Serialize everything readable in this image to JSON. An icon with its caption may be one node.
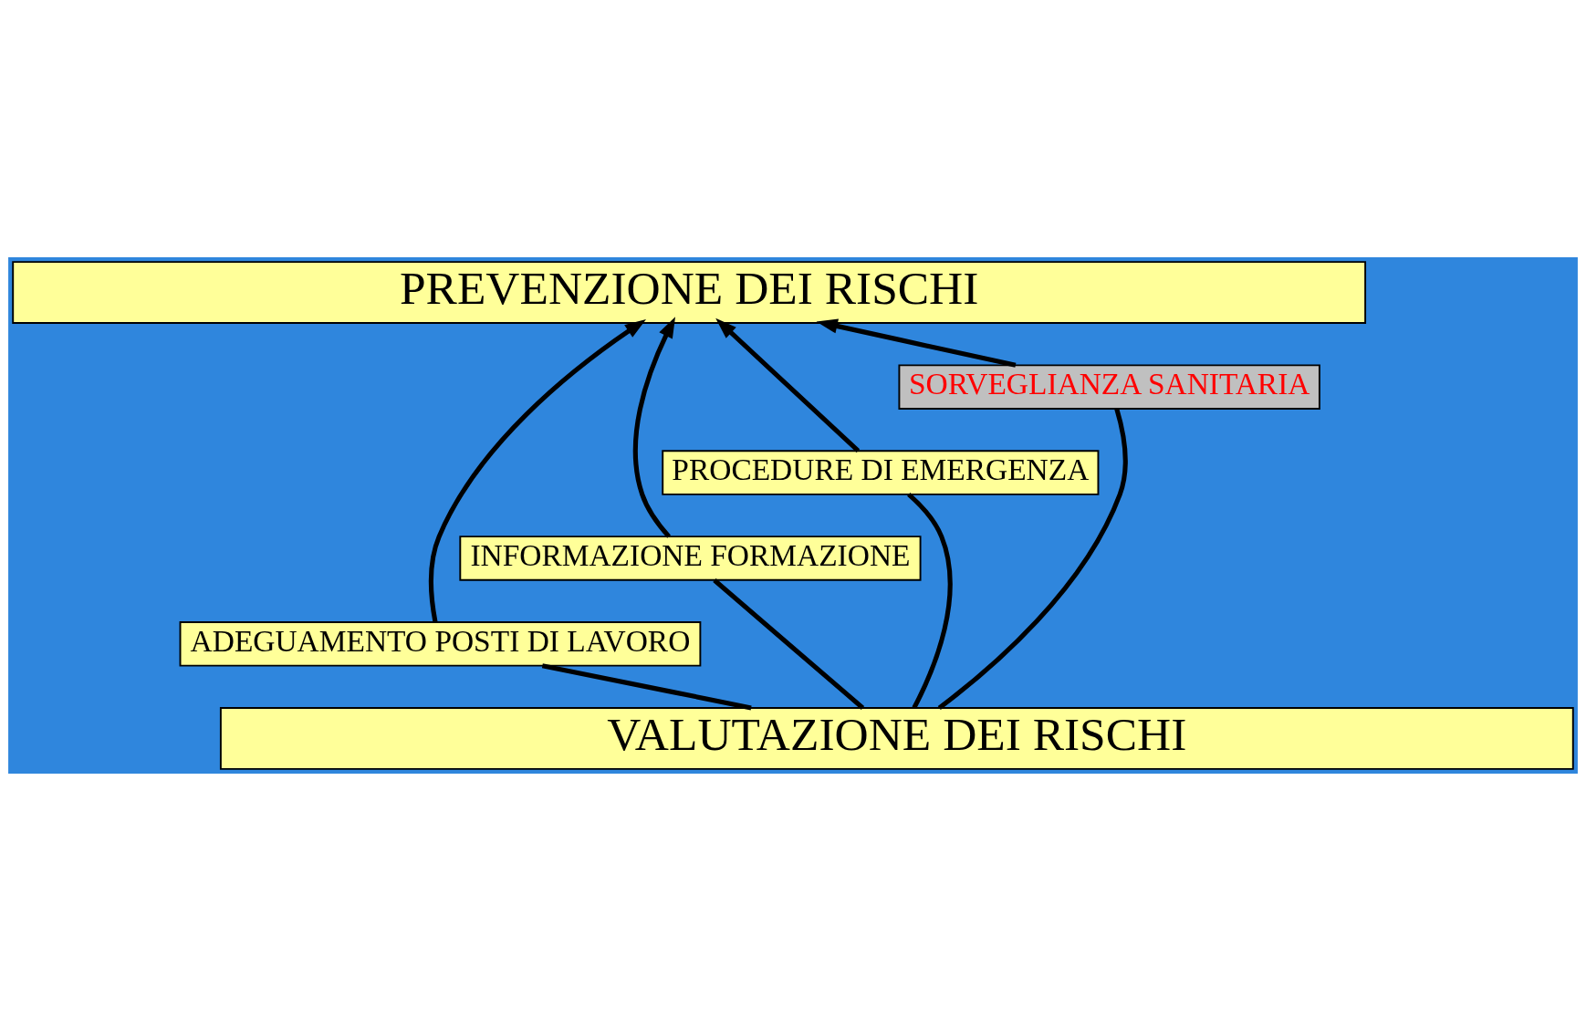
{
  "diagram": {
    "nodes": [
      {
        "text": [
          "PREVENZIONE DEI RISCHI"
        ]
      },
      {
        "text": [
          "SORVEGLIANZA SANITARIA"
        ]
      },
      {
        "text": [
          "PROCEDURE DI EMERGENZA"
        ]
      },
      {
        "text": [
          "INFORMAZIONE FORMAZIONE"
        ]
      },
      {
        "text": [
          "ADEGUAMENTO POSTI DI LAVORO"
        ]
      },
      {
        "text": [
          "VALUTAZIONE DEI RISCHI"
        ]
      }
    ],
    "edges": [
      {
        "from": 5,
        "to": 4,
        "arrow": "none"
      },
      {
        "from": 4,
        "to": 0,
        "arrow": "to"
      },
      {
        "from": 5,
        "to": 3,
        "arrow": "none"
      },
      {
        "from": 3,
        "to": 0,
        "arrow": "to"
      },
      {
        "from": 5,
        "to": 2,
        "arrow": "none"
      },
      {
        "from": 2,
        "to": 0,
        "arrow": "to"
      },
      {
        "from": 5,
        "to": 1,
        "arrow": "none"
      },
      {
        "from": 1,
        "to": 0,
        "arrow": "to"
      }
    ]
  }
}
